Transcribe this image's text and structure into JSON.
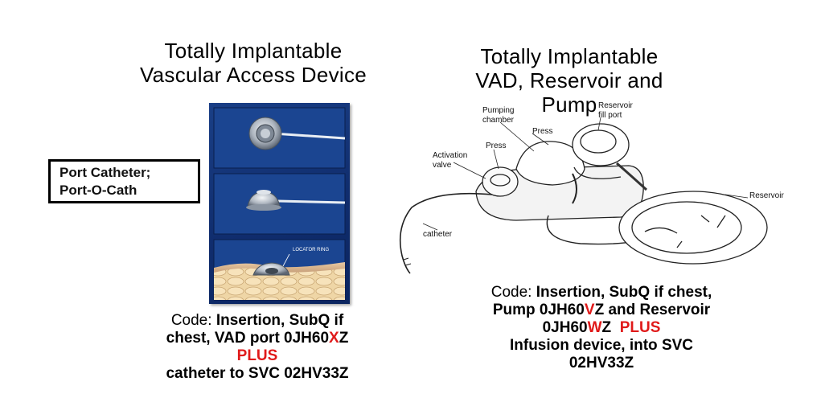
{
  "left": {
    "title_line1": "Totally Implantable",
    "title_line2": "Vascular Access Device",
    "box_line1": "Port Catheter;",
    "box_line2": "Port-O-Cath",
    "photo_label": "LOCATOR RING",
    "code": {
      "prefix": "Code: ",
      "bold1": "Insertion, SubQ if",
      "line2_pre": "chest, VAD port 0JH60",
      "line2_red": "X",
      "line2_post": "Z",
      "plus": "PLUS",
      "line4": "catheter to SVC 02HV33Z"
    }
  },
  "right": {
    "title_line1": "Totally Implantable",
    "title_line2": "VAD, Reservoir and",
    "title_line3": "Pump",
    "diagram_labels": {
      "pumping_chamber_1": "Pumping",
      "pumping_chamber_2": "chamber",
      "reservoir_fill_port_1": "Reservoir",
      "reservoir_fill_port_2": "fill port",
      "press_1": "Press",
      "press_2": "Press",
      "activation_valve_1": "Activation",
      "activation_valve_2": "valve",
      "reservoir": "Reservoir",
      "catheter": "catheter"
    },
    "code": {
      "prefix": "Code: ",
      "bold1": "Insertion, SubQ if chest,",
      "line2_pre": "Pump 0JH60",
      "line2_red": "V",
      "line2_post": "Z and Reservoir",
      "line3_pre": "0JH60",
      "line3_red": "W",
      "line3_post": "Z",
      "plus": "PLUS",
      "line4": "Infusion device, into SVC",
      "line5": "02HV33Z"
    }
  },
  "colors": {
    "accent_red": "#e01a1a",
    "photo_blue": "#123373",
    "text": "#000000"
  }
}
